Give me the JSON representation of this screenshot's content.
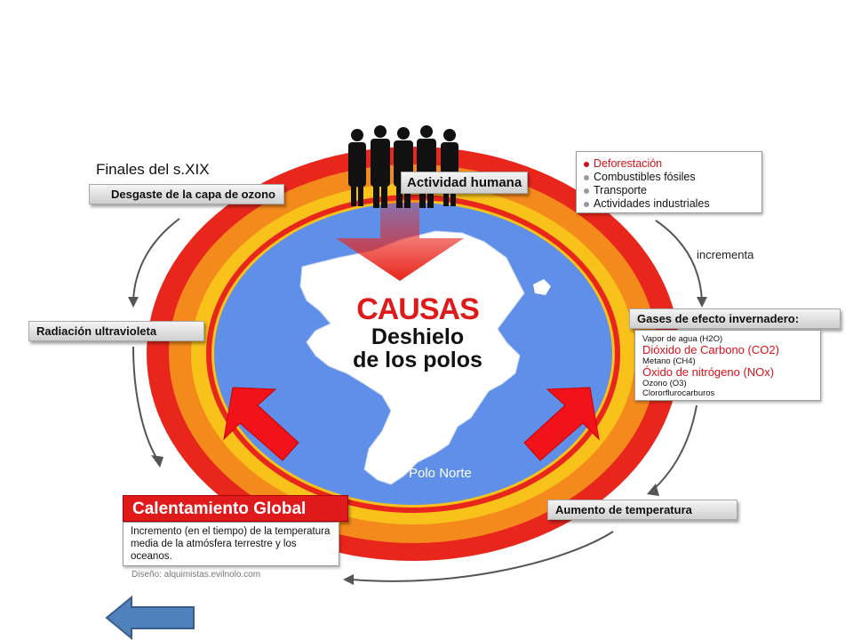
{
  "header": {
    "era": "Finales del s.XIX"
  },
  "center": {
    "title": "CAUSAS",
    "subtitle_line1": "Deshielo",
    "subtitle_line2": "de los polos",
    "region": "Polo Norte"
  },
  "boxes": {
    "ozone": "Desgaste de la capa de ozono",
    "radiation": "Radiación ultravioleta",
    "human_activity": "Actividad humana",
    "gases": "Gases de efecto invernadero:",
    "temperature": "Aumento de temperatura",
    "global_warming": "Calentamiento Global",
    "global_warming_desc": "Incremento (en el tiempo) de la temperatura media de la atmósfera terrestre y los oceanos.",
    "credit": "Diseño: alquimistas.evilnolo.com"
  },
  "arrow_label": "incrementa",
  "activities": [
    {
      "label": "Deforestación",
      "highlight": true
    },
    {
      "label": "Combustibles fósiles",
      "highlight": false
    },
    {
      "label": "Transporte",
      "highlight": false
    },
    {
      "label": "Actividades industriales",
      "highlight": false
    }
  ],
  "gases": [
    {
      "label": "Vapor de agua (H2O)",
      "highlight": false
    },
    {
      "label": "Dióxido de Carbono (CO2)",
      "highlight": true
    },
    {
      "label": "Metano (CH4)",
      "highlight": false
    },
    {
      "label": "Óxido de nitrógeno (NOx)",
      "highlight": true
    },
    {
      "label": "Ozono (O3)",
      "highlight": false
    },
    {
      "label": "Clororflurocarburos",
      "highlight": false
    }
  ],
  "colors": {
    "outer_ring": "#e8261c",
    "mid_ring": "#f48a1c",
    "inner_ring": "#f8c21a",
    "ocean": "#5f8fe8",
    "accent_red": "#d8101a",
    "nav_arrow": "#4f81bd"
  }
}
